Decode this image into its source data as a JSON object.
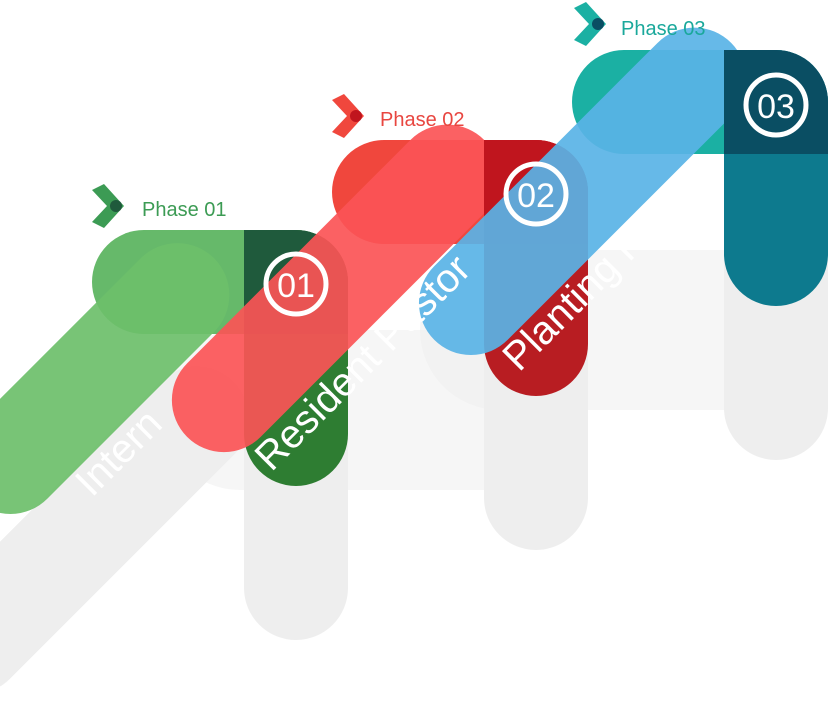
{
  "phases": [
    {
      "label": "Phase 01",
      "number": "01",
      "stage": "Intern",
      "colors": {
        "top": "#66b96a",
        "diag": "#6cbf6a",
        "down": "#2e7d32",
        "corner": "#1f5a3c",
        "marker": "#3c9b54",
        "marker_dot": "#1f5a3c",
        "label": "#3c9b54"
      }
    },
    {
      "label": "Phase 02",
      "number": "02",
      "stage": "Resident Pastor",
      "colors": {
        "top": "#f0473d",
        "diag": "#fb5456",
        "down": "#b81d22",
        "corner": "#c0151e",
        "marker": "#f0473d",
        "marker_dot": "#c0151e",
        "label": "#e84640"
      }
    },
    {
      "label": "Phase 03",
      "number": "03",
      "stage": "Planting Pastor",
      "colors": {
        "top": "#1bb0a3",
        "diag": "#59b3e6",
        "down": "#0d7a8e",
        "corner": "#0a4e63",
        "marker": "#1bb0a3",
        "marker_dot": "#0a4e63",
        "label": "#1aa89b"
      }
    }
  ]
}
